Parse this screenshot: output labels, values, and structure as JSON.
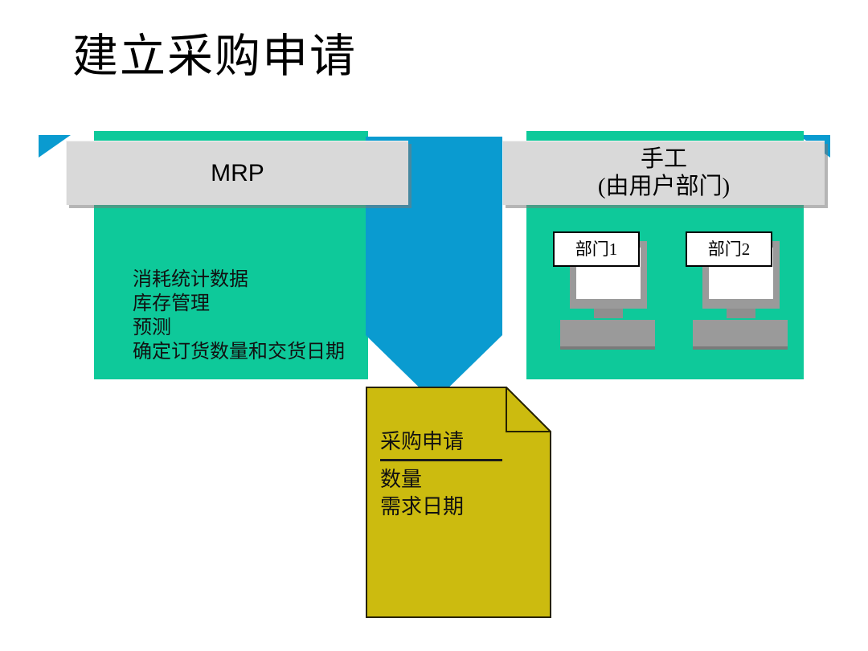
{
  "slide": {
    "title": "建立采购申请",
    "colors": {
      "green": "#0ec99a",
      "blue": "#0a9bd0",
      "gray_plate": "#d9d9d9",
      "document_yellow": "#ccbb0f",
      "computer_gray": "#9a9a9a",
      "background": "#ffffff"
    }
  },
  "left_branch": {
    "header": "MRP",
    "items": [
      "消耗统计数据",
      "库存管理",
      "预测",
      "确定订货数量和交货日期"
    ]
  },
  "right_branch": {
    "header_line1": "手工",
    "header_line2": "(由用户部门)",
    "computers": [
      {
        "label": "部门1"
      },
      {
        "label": "部门2"
      }
    ]
  },
  "output_document": {
    "title": "采购申请",
    "lines": [
      "数量",
      "需求日期"
    ]
  }
}
